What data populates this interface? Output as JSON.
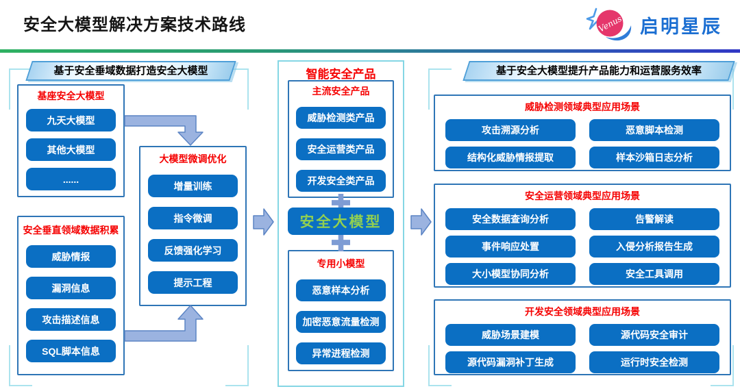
{
  "page": {
    "title": "安全大模型解决方案技术路线"
  },
  "logo": {
    "venus_label": "Venus",
    "brand": "启明星辰"
  },
  "left_panel": {
    "banner": "基于安全垂域数据打造安全大模型",
    "base_models": {
      "title": "基座安全大模型",
      "items": [
        "九天大模型",
        "其他大模型",
        "......"
      ]
    },
    "finetune": {
      "title": "大模型微调优化",
      "items": [
        "增量训练",
        "指令微调",
        "反馈强化学习",
        "提示工程"
      ]
    },
    "data_accum": {
      "title": "安全垂直领域数据积累",
      "items": [
        "威胁情报",
        "漏洞信息",
        "攻击描述信息",
        "SQL脚本信息"
      ]
    }
  },
  "middle_panel": {
    "header": "智能安全产品",
    "mainstream": {
      "title": "主流安全产品",
      "items": [
        "威胁检测类产品",
        "安全运营类产品",
        "开发安全类产品"
      ]
    },
    "core_model": "安全大模型",
    "plus_sign": "+",
    "special": {
      "title": "专用小模型",
      "items": [
        "恶意样本分析",
        "加密恶意流量检测",
        "异常进程检测"
      ]
    }
  },
  "right_panel": {
    "banner": "基于安全大模型提升产品能力和运营服务效率",
    "threat_detection": {
      "title": "威胁检测领域典型应用场景",
      "items": [
        "攻击溯源分析",
        "恶意脚本检测",
        "结构化威胁情报提取",
        "样本沙箱日志分析"
      ]
    },
    "security_ops": {
      "title": "安全运营领域典型应用场景",
      "items": [
        "安全数据查询分析",
        "告警解读",
        "事件响应处置",
        "入侵分析报告生成",
        "大小模型协同分析",
        "安全工具调用"
      ]
    },
    "dev_security": {
      "title": "开发安全领域典型应用场景",
      "items": [
        "威胁场景建模",
        "源代码安全审计",
        "源代码漏洞补丁生成",
        "运行时安全检测"
      ]
    }
  },
  "colors": {
    "button_blue": "#0b6fc3",
    "title_red": "#f50000",
    "model_green": "#92d050",
    "arrow_fill": "#9bb3e0",
    "arrow_stroke": "#5b84c4",
    "bracket_cyan": "#abe3ee",
    "panel_border_blue": "#2e75b6",
    "mid_panel_cyan": "#84d6e4"
  }
}
